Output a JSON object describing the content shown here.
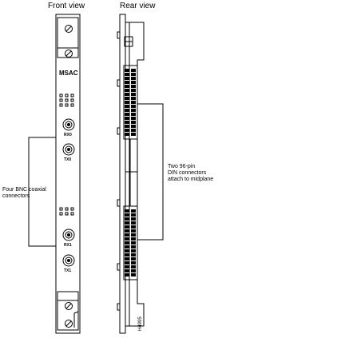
{
  "diagram": {
    "front_view_title": "Front view",
    "rear_view_title": "Rear view",
    "card_label": "MSAC",
    "ports": [
      "RX0",
      "TX0",
      "RX1",
      "TX1"
    ],
    "bnc_callout": [
      "Four BNC coaxial",
      "connectors"
    ],
    "din_callout": [
      "Two 96-pin",
      "DIN connectors",
      "attach to midplane"
    ],
    "figure_id": "H4995"
  }
}
